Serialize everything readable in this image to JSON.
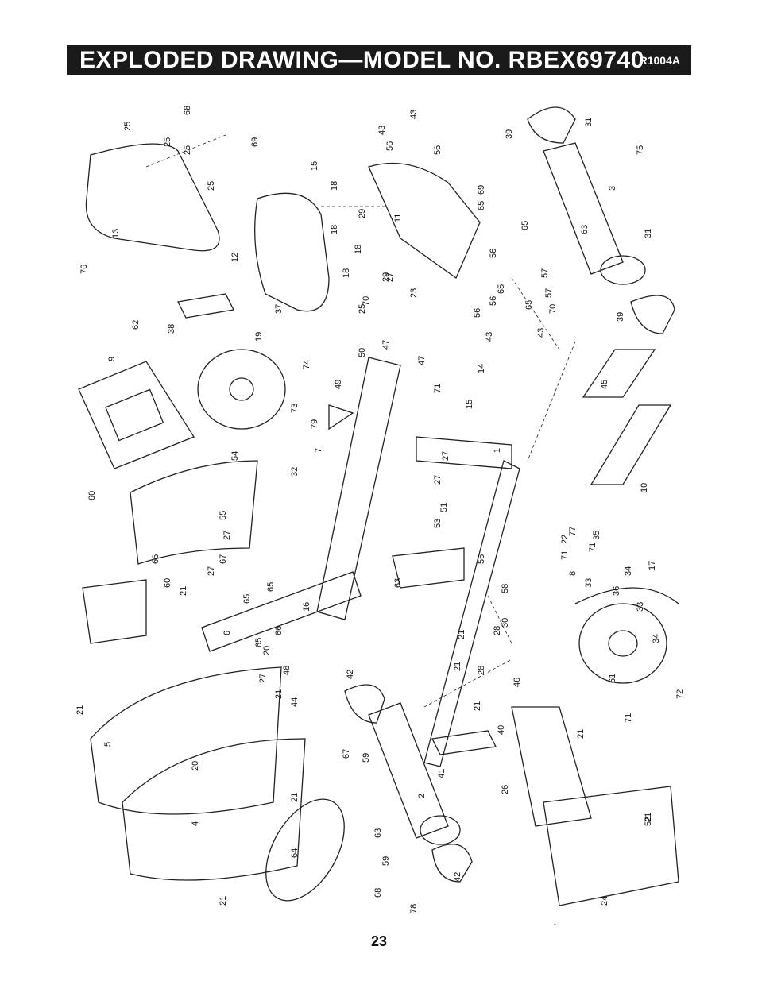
{
  "header": {
    "title": "EXPLODED DRAWING—MODEL NO. RBEX69740",
    "code": "R1004A"
  },
  "footer": {
    "page_number": "23"
  },
  "part_labels": [
    "1",
    "2",
    "3",
    "4",
    "5",
    "6",
    "7",
    "8",
    "9",
    "10",
    "11",
    "12",
    "13",
    "14",
    "15",
    "15",
    "16",
    "17",
    "18",
    "18",
    "18",
    "18",
    "19",
    "20",
    "20",
    "21",
    "21",
    "21",
    "21",
    "21",
    "21",
    "21",
    "21",
    "21",
    "21",
    "22",
    "23",
    "24",
    "25",
    "25",
    "25",
    "25",
    "25",
    "26",
    "27",
    "27",
    "27",
    "27",
    "27",
    "27",
    "28",
    "28",
    "29",
    "29",
    "30",
    "31",
    "31",
    "32",
    "33",
    "33",
    "34",
    "34",
    "35",
    "36",
    "37",
    "38",
    "39",
    "39",
    "40",
    "41",
    "42",
    "42",
    "43",
    "43",
    "43",
    "43",
    "44",
    "45",
    "46",
    "47",
    "47",
    "48",
    "49",
    "50",
    "51",
    "52",
    "52",
    "53",
    "54",
    "55",
    "56",
    "56",
    "56",
    "56",
    "56",
    "56",
    "57",
    "57",
    "58",
    "59",
    "59",
    "60",
    "60",
    "61",
    "62",
    "63",
    "63",
    "63",
    "64",
    "65",
    "65",
    "65",
    "65",
    "65",
    "65",
    "65",
    "66",
    "66",
    "67",
    "67",
    "68",
    "68",
    "69",
    "69",
    "70",
    "70",
    "71",
    "71",
    "71",
    "71",
    "72",
    "73",
    "74",
    "75",
    "76",
    "77",
    "78",
    "79"
  ]
}
